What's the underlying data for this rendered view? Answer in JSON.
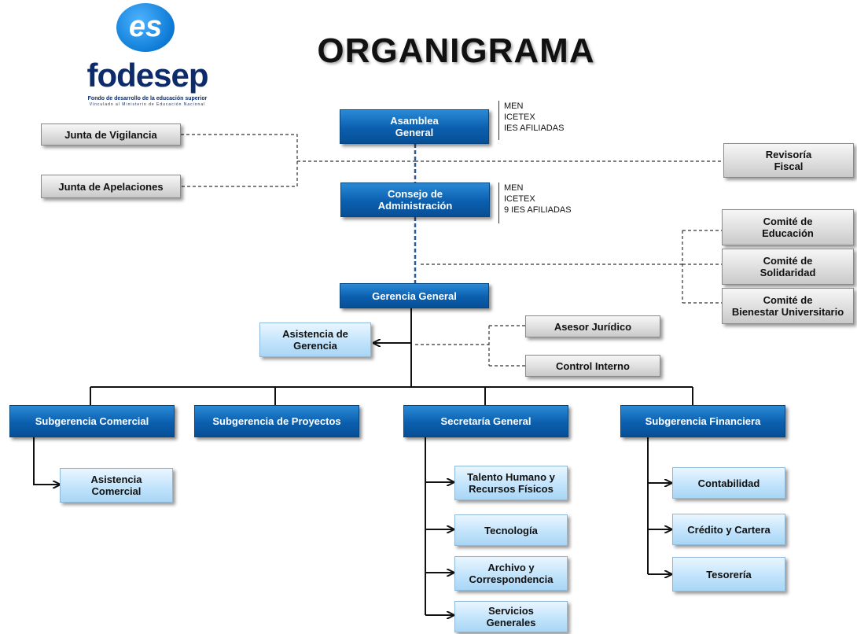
{
  "logo": {
    "mark": "es",
    "name": "fodesep",
    "tagline": "Fondo de desarrollo de la educación superior",
    "subtagline": "Vinculado al Ministerio de Educación Nacional"
  },
  "title": "ORGANIGRAMA",
  "colors": {
    "primary_blue": "#0b5fae",
    "light_blue": "#bfe2fb",
    "gray_box": "#dcdcdc"
  },
  "nodes": {
    "asamblea": "Asamblea\nGeneral",
    "consejo": "Consejo de\nAdministración",
    "gerencia": "Gerencia General",
    "asistencia_gerencia": "Asistencia de\nGerencia",
    "junta_vigilancia": "Junta de Vigilancia",
    "junta_apelaciones": "Junta de Apelaciones",
    "revisoria": "Revisoría\nFiscal",
    "comite_educacion": "Comité de\nEducación",
    "comite_solidaridad": "Comité de\nSolidaridad",
    "comite_bienestar": "Comité de\nBienestar Universitario",
    "asesor_juridico": "Asesor Jurídico",
    "control_interno": "Control Interno",
    "sub_comercial": "Subgerencia Comercial",
    "sub_proyectos": "Subgerencia de Proyectos",
    "secretaria": "Secretaría General",
    "sub_financiera": "Subgerencia Financiera",
    "asistencia_comercial": "Asistencia\nComercial",
    "talento": "Talento Humano y\nRecursos Físicos",
    "tecnologia": "Tecnología",
    "archivo": "Archivo y\nCorrespondencia",
    "servicios": "Servicios\nGenerales",
    "contabilidad": "Contabilidad",
    "credito": "Crédito y Cartera",
    "tesoreria": "Tesorería"
  },
  "notes": {
    "asamblea": "MEN\nICETEX\nIES AFILIADAS",
    "consejo": "MEN\nICETEX\n9 IES AFILIADAS"
  }
}
